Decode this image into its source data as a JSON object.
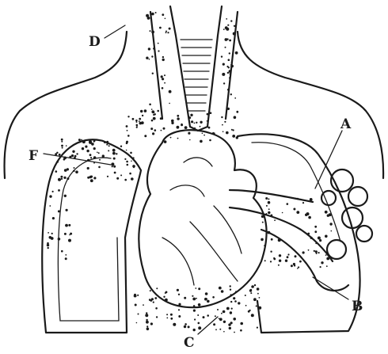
{
  "labels": {
    "A": "A",
    "B": "B",
    "C": "C",
    "D": "D",
    "F": "F"
  }
}
